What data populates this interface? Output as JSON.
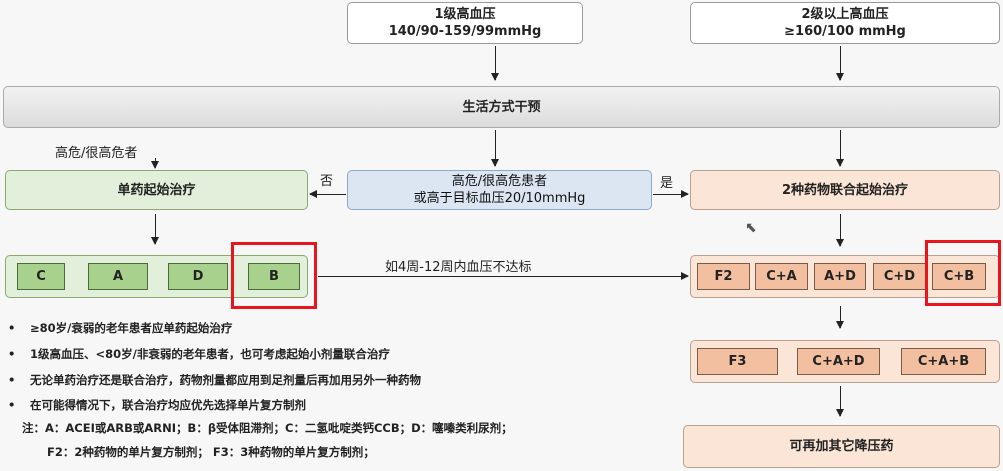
{
  "top": {
    "grade1": {
      "title": "1级高血压",
      "range": "140/90-159/99mmHg"
    },
    "grade2": {
      "title": "2级以上高血压",
      "range": "≥160/100 mmHg"
    }
  },
  "lifestyle": "生活方式干预",
  "high_risk_label": "高危/很高危者",
  "mono": "单药起始治疗",
  "decision": {
    "line1": "高危/很高危患者",
    "line2": "或高于目标血压20/10mmHg",
    "no": "否",
    "yes": "是"
  },
  "combo": "2种药物联合起始治疗",
  "mono_drugs": [
    "C",
    "A",
    "D",
    "B"
  ],
  "not_reached": "如4周-12周内血压不达标",
  "combo_drugs": [
    "F2",
    "C+A",
    "A+D",
    "C+D",
    "C+B"
  ],
  "triple_drugs": [
    "F3",
    "C+A+D",
    "C+A+B"
  ],
  "final": "可再加其它降压药",
  "bullets": [
    "≥80岁/衰弱的老年患者应单药起始治疗",
    "1级高血压、<80岁/非衰弱的老年患者，也可考虑起始小剂量联合治疗",
    "无论单药治疗还是联合治疗，药物剂量都应用到足剂量后再加用另外一种药物",
    "在可能得情况下，联合治疗均应优先选择单片复方制剂"
  ],
  "bullet_mark": "•",
  "notes": [
    "注：A：ACEI或ARB或ARNI；B：β受体阻滞剂；C：二氢吡啶类钙CCB；D：噻嗪类利尿剂；",
    "F2：2种药物的单片复方制剂； F3：3种药物的单片复方制剂；"
  ],
  "colors": {
    "highlight": "#e8141e",
    "green": "#e2efda",
    "blue": "#dce6f2",
    "peach": "#fbe5d6"
  }
}
